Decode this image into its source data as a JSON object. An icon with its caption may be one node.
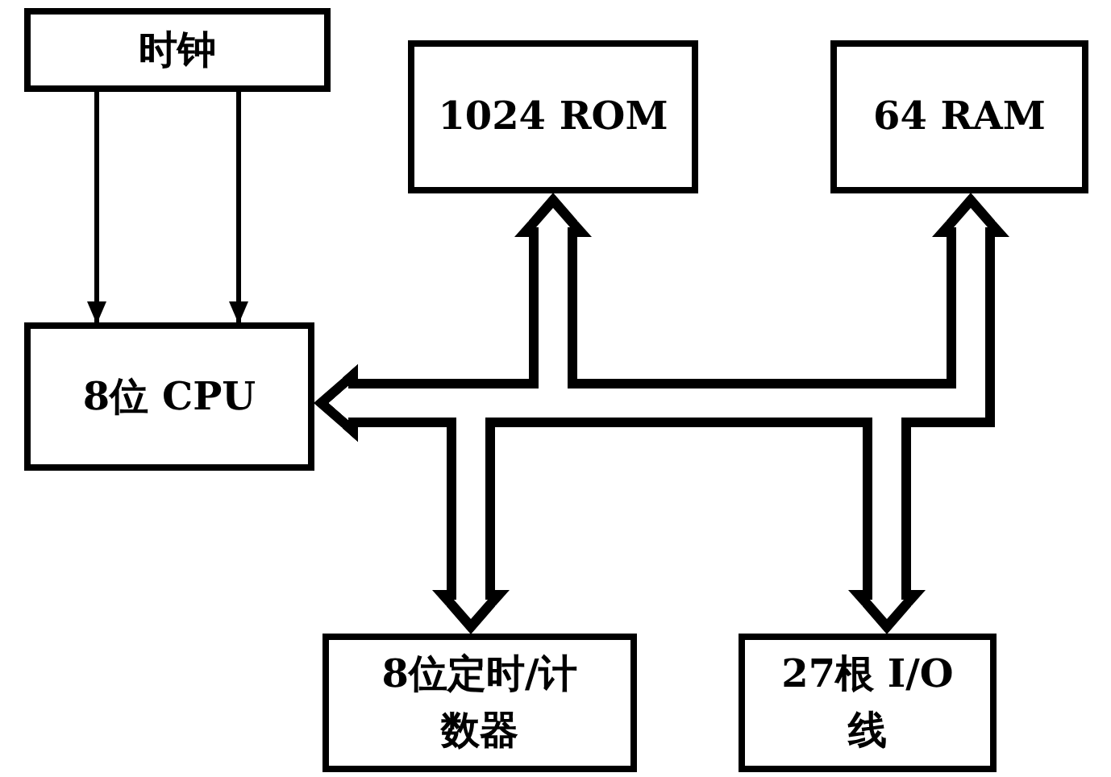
{
  "diagram": {
    "nodes": [
      {
        "text": [
          "时钟"
        ]
      },
      {
        "text": [
          "1024 ROM"
        ]
      },
      {
        "text": [
          "64 RAM"
        ]
      },
      {
        "text": [
          "8位 CPU"
        ]
      },
      {
        "text": [
          "8位定时/计数器"
        ]
      },
      {
        "text": [
          "27根 I/O线"
        ]
      }
    ],
    "edges": [
      {
        "from": 0,
        "to": 3,
        "arrow": "to"
      },
      {
        "from": 0,
        "to": 3,
        "arrow": "to"
      },
      {
        "from": 3,
        "to": 1,
        "arrow": "both"
      },
      {
        "from": 3,
        "to": 2,
        "arrow": "both"
      },
      {
        "from": 3,
        "to": 4,
        "arrow": "both"
      },
      {
        "from": 3,
        "to": 5,
        "arrow": "both"
      }
    ]
  }
}
